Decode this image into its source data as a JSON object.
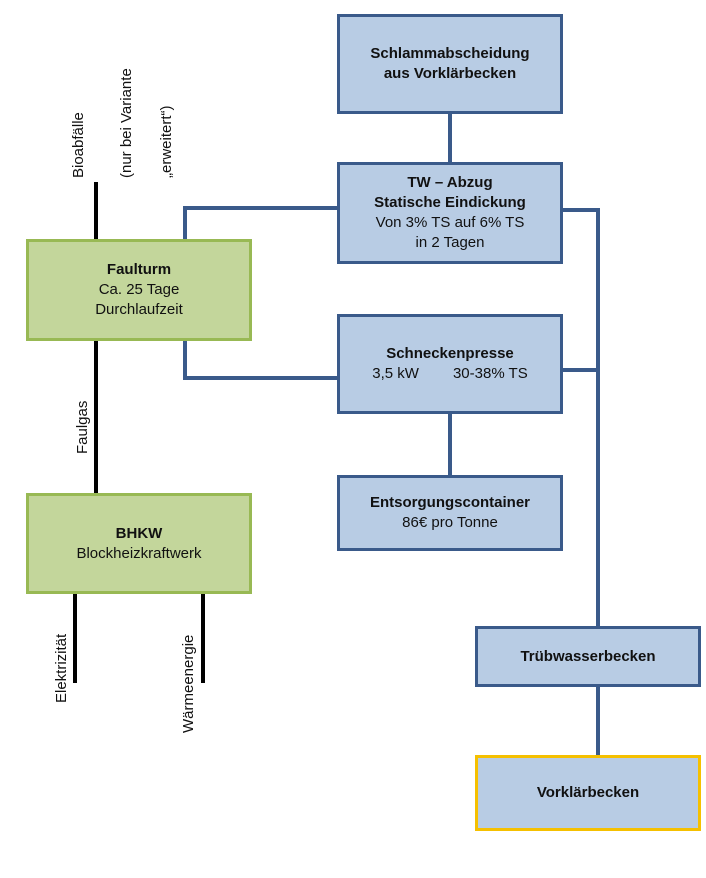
{
  "nodes": {
    "schlamm": {
      "line1": "Schlammabscheidung",
      "line2": "aus Vorklärbecken"
    },
    "tw": {
      "line1": "TW – Abzug",
      "line2": "Statische Eindickung",
      "line3": "Von 3% TS auf 6% TS",
      "line4": "in 2 Tagen"
    },
    "faulturm": {
      "line1": "Faulturm",
      "line2": "Ca. 25 Tage",
      "line3": "Durchlaufzeit"
    },
    "schnecke": {
      "line1": "Schneckenpresse",
      "power": "3,5 kW",
      "ts": "30-38% TS"
    },
    "entsorgung": {
      "line1": "Entsorgungscontainer",
      "line2": "86€ pro Tonne"
    },
    "bhkw": {
      "line1": "BHKW",
      "line2": "Blockheizkraftwerk"
    },
    "truebwasser": {
      "line1": "Trübwasserbecken"
    },
    "vorklaer": {
      "line1": "Vorklärbecken"
    }
  },
  "labels": {
    "bioabfaelle": "Bioabfälle",
    "variante1": "(nur bei Variante",
    "variante2": "„erweitert“)",
    "faulgas": "Faulgas",
    "elektrizitaet": "Elektrizität",
    "waermeenergie": "Wärmeenergie"
  },
  "colors": {
    "blue_fill": "#b8cce4",
    "blue_border": "#3a5a8a",
    "green_fill": "#c3d69b",
    "green_border": "#98b954",
    "gold_border": "#f5c000"
  }
}
